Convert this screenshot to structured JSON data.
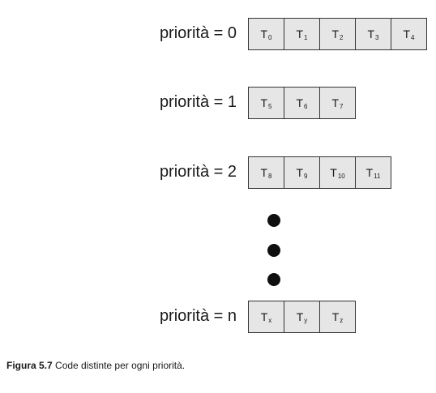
{
  "rows": [
    {
      "label": "priorità = 0",
      "tasks": [
        {
          "t": "T",
          "sub": "0"
        },
        {
          "t": "T",
          "sub": "1"
        },
        {
          "t": "T",
          "sub": "2"
        },
        {
          "t": "T",
          "sub": "3"
        },
        {
          "t": "T",
          "sub": "4"
        }
      ]
    },
    {
      "label": "priorità = 1",
      "tasks": [
        {
          "t": "T",
          "sub": "5"
        },
        {
          "t": "T",
          "sub": "6"
        },
        {
          "t": "T",
          "sub": "7"
        }
      ]
    },
    {
      "label": "priorità = 2",
      "tasks": [
        {
          "t": "T",
          "sub": "8"
        },
        {
          "t": "T",
          "sub": "9"
        },
        {
          "t": "T",
          "sub": "10"
        },
        {
          "t": "T",
          "sub": "11"
        }
      ]
    },
    {
      "label": "priorità = n",
      "tasks": [
        {
          "t": "T",
          "sub": "x"
        },
        {
          "t": "T",
          "sub": "y"
        },
        {
          "t": "T",
          "sub": "z"
        }
      ]
    }
  ],
  "ellipsis": "•••",
  "caption": {
    "number": "Figura 5.7",
    "text": "Code distinte per ogni priorità."
  }
}
